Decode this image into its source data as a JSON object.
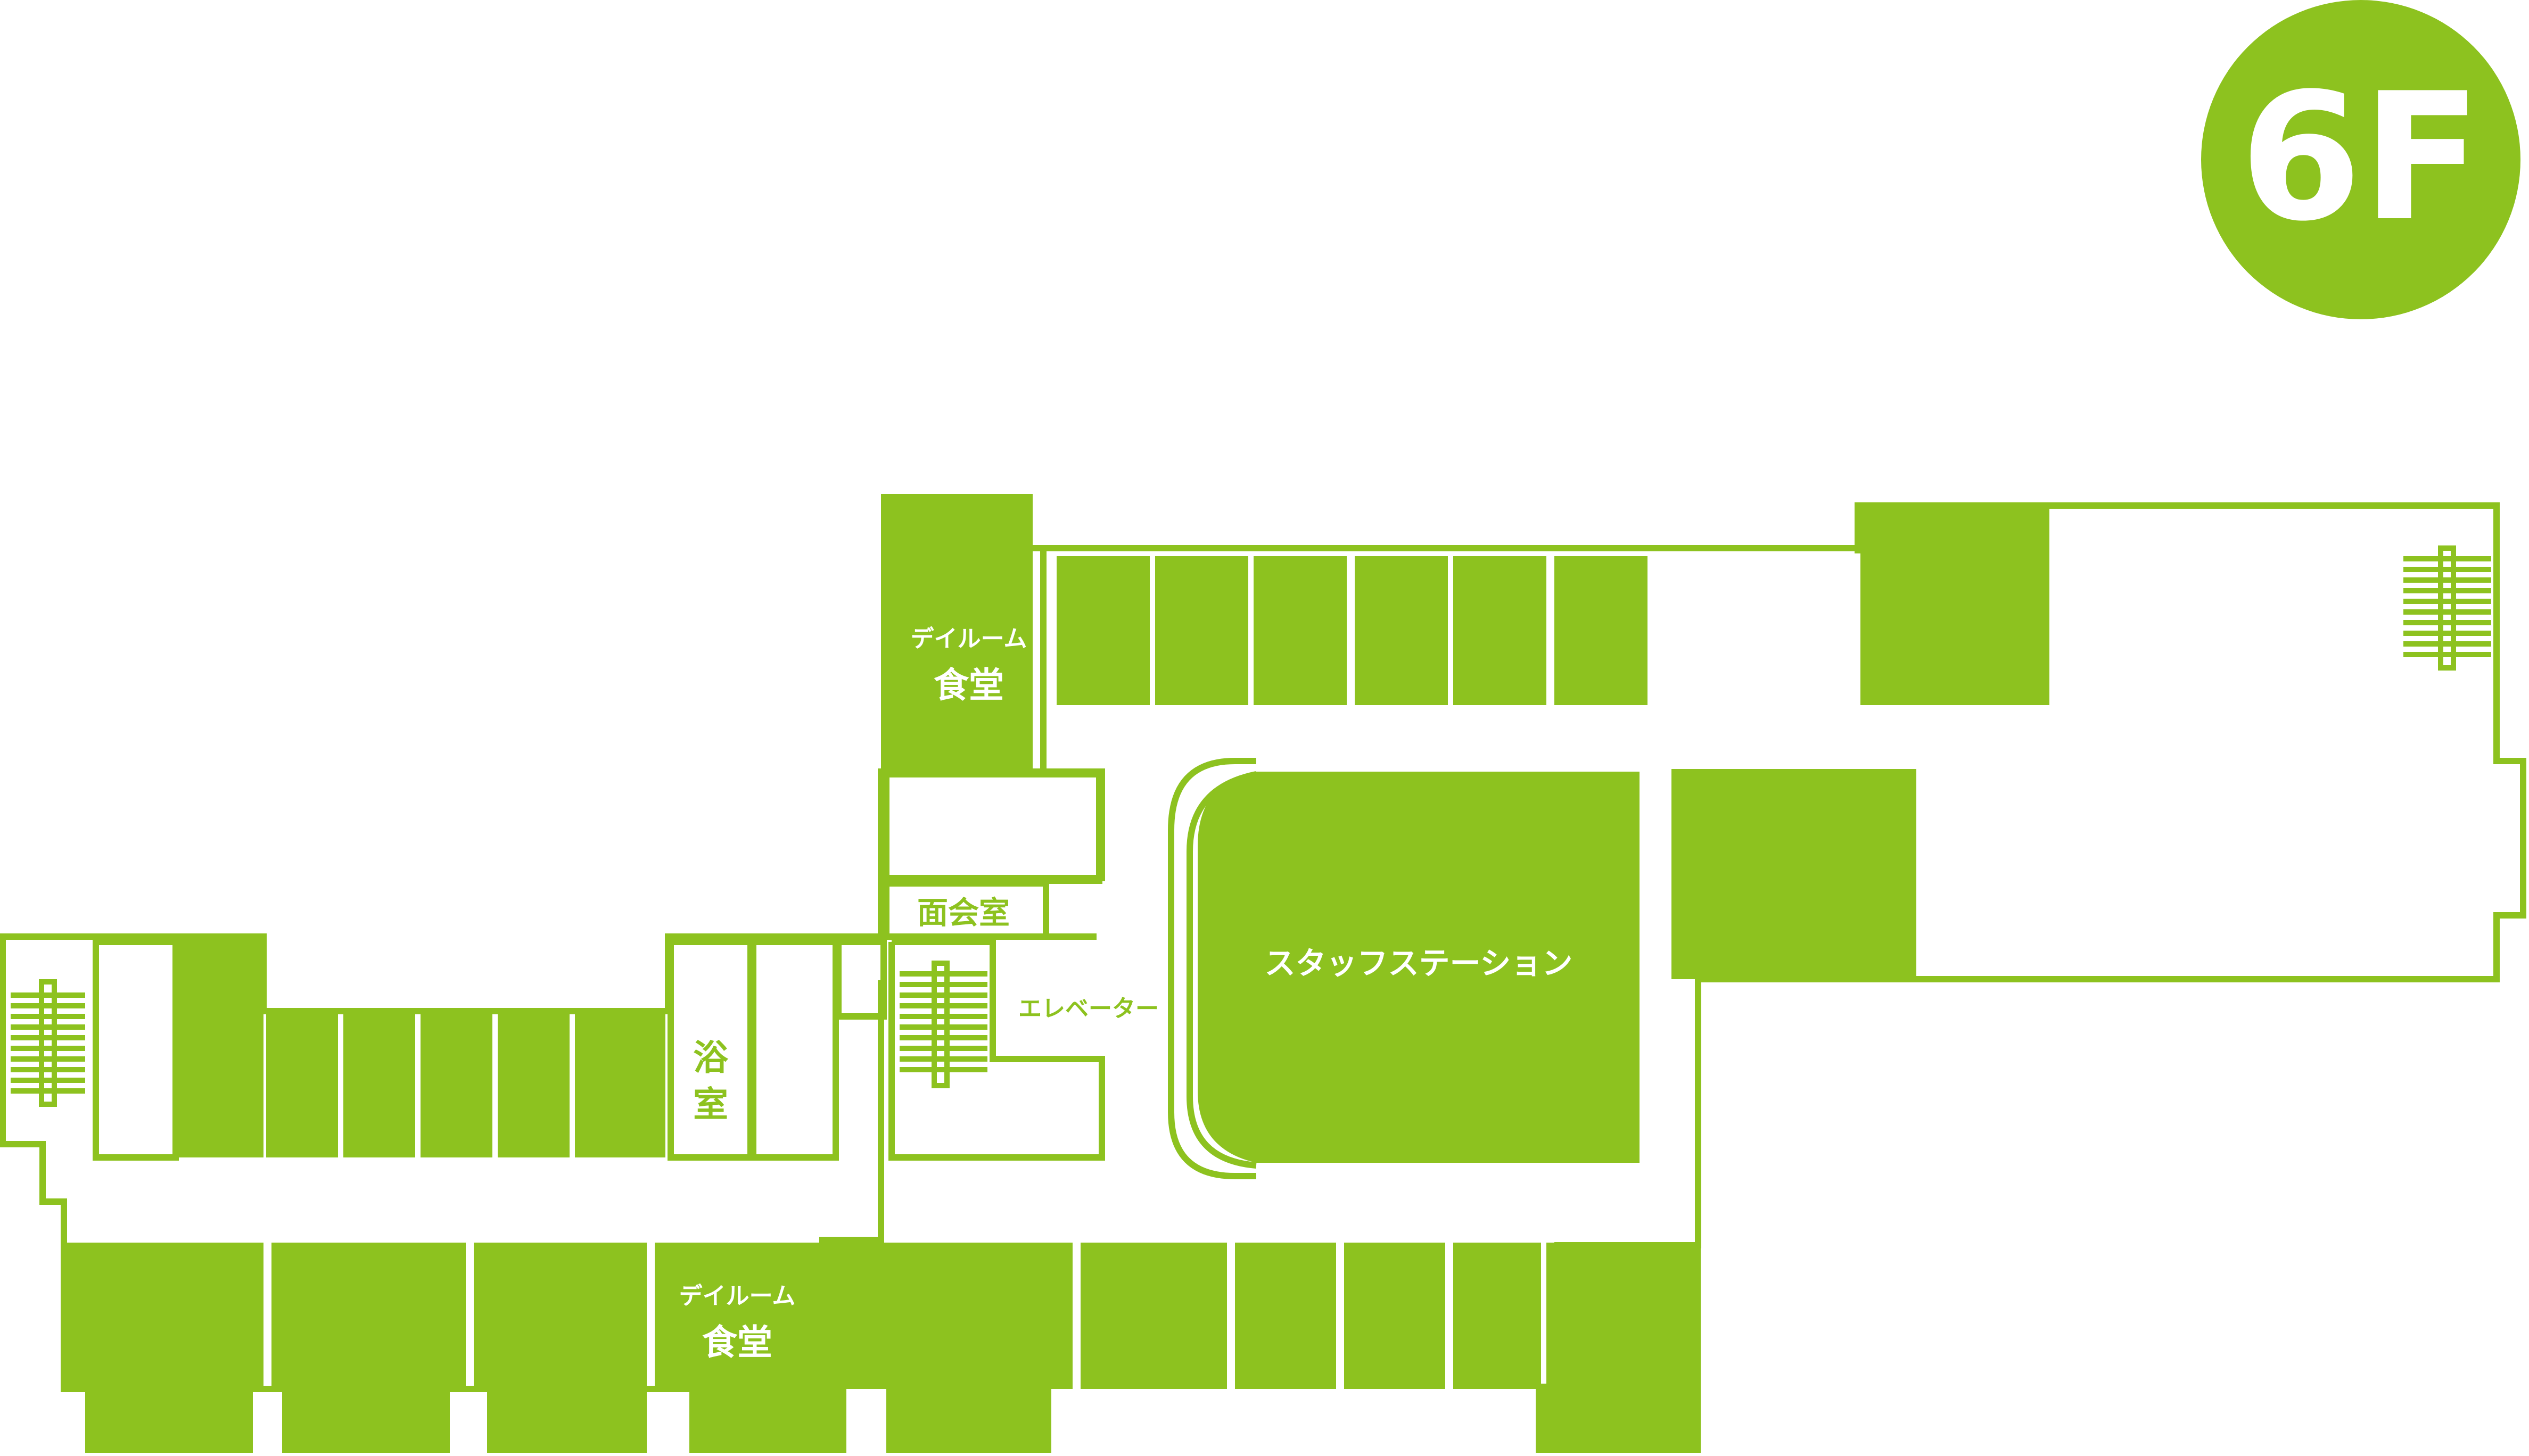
{
  "floor": {
    "label": "6F",
    "badge_color": "#8dc21f",
    "badge_text_color": "#ffffff"
  },
  "colors": {
    "primary": "#8dc21f",
    "wall": "#8dc21f",
    "background": "#ffffff",
    "on_primary_text": "#ffffff"
  },
  "rooms": {
    "dayroom_upper": {
      "line1": "デイルーム",
      "line2": "食堂"
    },
    "meeting_room": "面会室",
    "bath": {
      "line1": "浴",
      "line2": "室"
    },
    "elevator": "エレベーター",
    "staff_station": "スタッフステーション",
    "dayroom_lower": {
      "line1": "デイルーム",
      "line2": "食堂"
    }
  }
}
